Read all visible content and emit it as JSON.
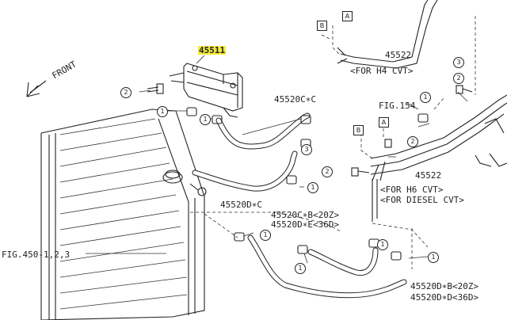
{
  "part_number_main": "45511",
  "front_label": "FRONT",
  "labels": {
    "p45522_top": "45522",
    "h4_cvt": "<FOR H4 CVT>",
    "p45520c_c": "45520C∗C",
    "fig154": "FIG.154",
    "p45522_mid": "45522",
    "h6_cvt": "<FOR H6 CVT>",
    "diesel_cvt": "<FOR DIESEL CVT>",
    "p45520d_c": "45520D∗C",
    "p45520c_b": "45520C∗B<20Z>",
    "p45520d_e": "45520D∗E<36D>",
    "fig450": "FIG.450-1,2,3",
    "p45520d_b": "45520D∗B<20Z>",
    "p45520d_d": "45520D∗D<36D>"
  },
  "callouts": {
    "one": "1",
    "two": "2",
    "three": "3"
  },
  "boxes": {
    "a": "A",
    "b": "B"
  }
}
